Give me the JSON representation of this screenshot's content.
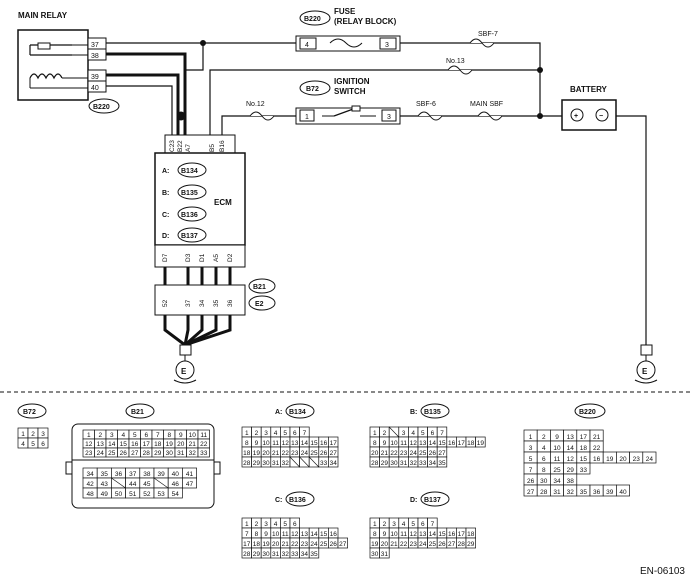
{
  "labels": {
    "main_relay": "MAIN RELAY",
    "fuse": "FUSE",
    "relay_block": "(RELAY BLOCK)",
    "ignition": "IGNITION",
    "switch": "SWITCH",
    "battery": "BATTERY",
    "ecm": "ECM",
    "sbf7": "SBF-7",
    "no13": "No.13",
    "no12": "No.12",
    "sbf6": "SBF-6",
    "main_sbf": "MAIN SBF",
    "plus": "+",
    "minus": "−",
    "ground": "E",
    "figure_id": "EN-06103"
  },
  "connectors": {
    "b220": "B220",
    "b72": "B72",
    "b134": "B134",
    "b135": "B135",
    "b136": "B136",
    "b137": "B137",
    "b21": "B21",
    "e2": "E2",
    "prefix_a": "A:",
    "prefix_b": "B:",
    "prefix_c": "C:",
    "prefix_d": "D:"
  },
  "relay_pins": [
    "37",
    "38",
    "39",
    "40"
  ],
  "fuse_pins": [
    "4",
    "3"
  ],
  "ign_pins": [
    "1",
    "3"
  ],
  "ecm_top_pins": [
    "C23",
    "B22",
    "A7",
    "B5",
    "B16"
  ],
  "ecm_bottom_pins": [
    "D7",
    "D3",
    "D1",
    "A5",
    "D2"
  ],
  "b21_pins": [
    "52",
    "37",
    "34",
    "35",
    "36"
  ],
  "connector_faces": {
    "b72": {
      "rows": [
        [
          "1",
          "2",
          "3"
        ],
        [
          "4",
          "5",
          "6"
        ]
      ]
    },
    "b21": {
      "rows_top": [
        [
          "1",
          "2",
          "3",
          "4",
          "5",
          "6",
          "7",
          "8",
          "9",
          "10",
          "11"
        ],
        [
          "12",
          "13",
          "14",
          "15",
          "16",
          "17",
          "18",
          "19",
          "20",
          "21",
          "22"
        ],
        [
          "23",
          "24",
          "25",
          "26",
          "27",
          "28",
          "29",
          "30",
          "31",
          "32",
          "33"
        ]
      ],
      "rows_bottom": [
        [
          "34",
          "35",
          "36",
          "37",
          "38",
          "39",
          "40",
          "41"
        ],
        [
          "42",
          "43",
          "",
          "44",
          "45",
          "",
          "46",
          "47"
        ],
        [
          "48",
          "49",
          "50",
          "51",
          "52",
          "53",
          "54"
        ]
      ]
    },
    "b134": {
      "rows": [
        [
          "1",
          "2",
          "3",
          "4",
          "5",
          "6",
          "7"
        ],
        [
          "8",
          "9",
          "10",
          "11",
          "12",
          "13",
          "14",
          "15",
          "16",
          "17"
        ],
        [
          "18",
          "19",
          "20",
          "21",
          "22",
          "23",
          "24",
          "25",
          "26",
          "27"
        ],
        [
          "28",
          "29",
          "30",
          "31",
          "32",
          "",
          "",
          "",
          "33",
          "34"
        ]
      ]
    },
    "b135": {
      "rows": [
        [
          "1",
          "2",
          "",
          "3",
          "4",
          "5",
          "6",
          "7"
        ],
        [
          "8",
          "9",
          "10",
          "11",
          "12",
          "13",
          "14",
          "15",
          "16",
          "17",
          "18",
          "19"
        ],
        [
          "20",
          "21",
          "22",
          "23",
          "24",
          "25",
          "26",
          "27"
        ],
        [
          "28",
          "29",
          "30",
          "31",
          "32",
          "33",
          "34",
          "35"
        ]
      ]
    },
    "b136": {
      "rows": [
        [
          "1",
          "2",
          "3",
          "4",
          "5",
          "6"
        ],
        [
          "7",
          "8",
          "9",
          "10",
          "11",
          "12",
          "13",
          "14",
          "15",
          "16"
        ],
        [
          "17",
          "18",
          "19",
          "20",
          "21",
          "22",
          "23",
          "24",
          "25",
          "26",
          "27"
        ],
        [
          "28",
          "29",
          "30",
          "31",
          "32",
          "33",
          "34",
          "35"
        ]
      ]
    },
    "b137": {
      "rows": [
        [
          "1",
          "2",
          "3",
          "4",
          "5",
          "6",
          "7"
        ],
        [
          "8",
          "9",
          "10",
          "11",
          "12",
          "13",
          "14",
          "15",
          "16",
          "17",
          "18"
        ],
        [
          "19",
          "20",
          "21",
          "22",
          "23",
          "24",
          "25",
          "26",
          "27",
          "28",
          "29"
        ],
        [
          "30",
          "31"
        ]
      ]
    },
    "b220": {
      "rows": [
        [
          "1",
          "2",
          "9",
          "13",
          "17",
          "21"
        ],
        [
          "3",
          "4",
          "10",
          "14",
          "18",
          "22"
        ],
        [
          "5",
          "6",
          "11",
          "12",
          "15",
          "16",
          "19",
          "20",
          "23",
          "24"
        ],
        [
          "7",
          "8",
          "25",
          "29",
          "33"
        ],
        [
          "26",
          "30",
          "34",
          "38"
        ],
        [
          "27",
          "28",
          "31",
          "32",
          "35",
          "36",
          "39",
          "40"
        ]
      ]
    }
  }
}
